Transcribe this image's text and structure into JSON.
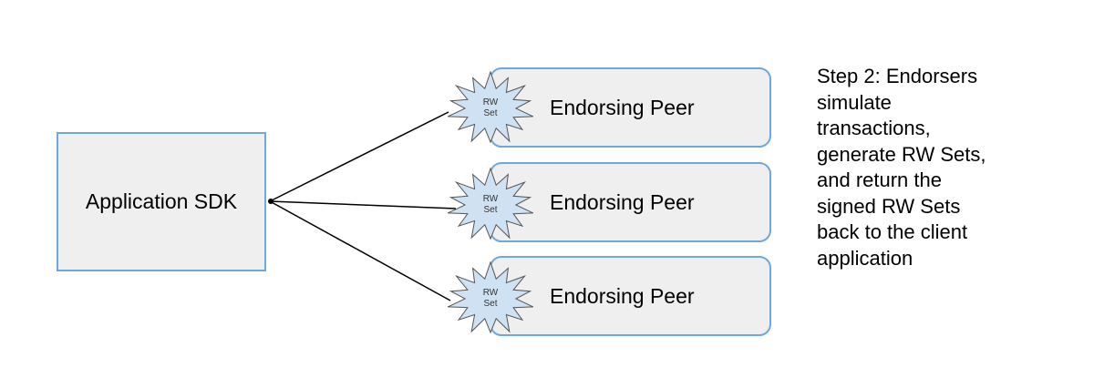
{
  "application": {
    "label": "Application SDK"
  },
  "peers": [
    {
      "label": "Endorsing Peer",
      "badge_line1": "RW",
      "badge_line2": "Set"
    },
    {
      "label": "Endorsing Peer",
      "badge_line1": "RW",
      "badge_line2": "Set"
    },
    {
      "label": "Endorsing Peer",
      "badge_line1": "RW",
      "badge_line2": "Set"
    }
  ],
  "step": {
    "text": "Step 2: Endorsers\nsimulate\ntransactions,\ngenerate RW Sets,\nand return the\nsigned RW Sets\nback to the client\napplication"
  },
  "colors": {
    "box_fill": "#efefef",
    "box_border": "#6fa8dc",
    "starburst_fill": "#cfe2f3",
    "line": "#000000"
  }
}
